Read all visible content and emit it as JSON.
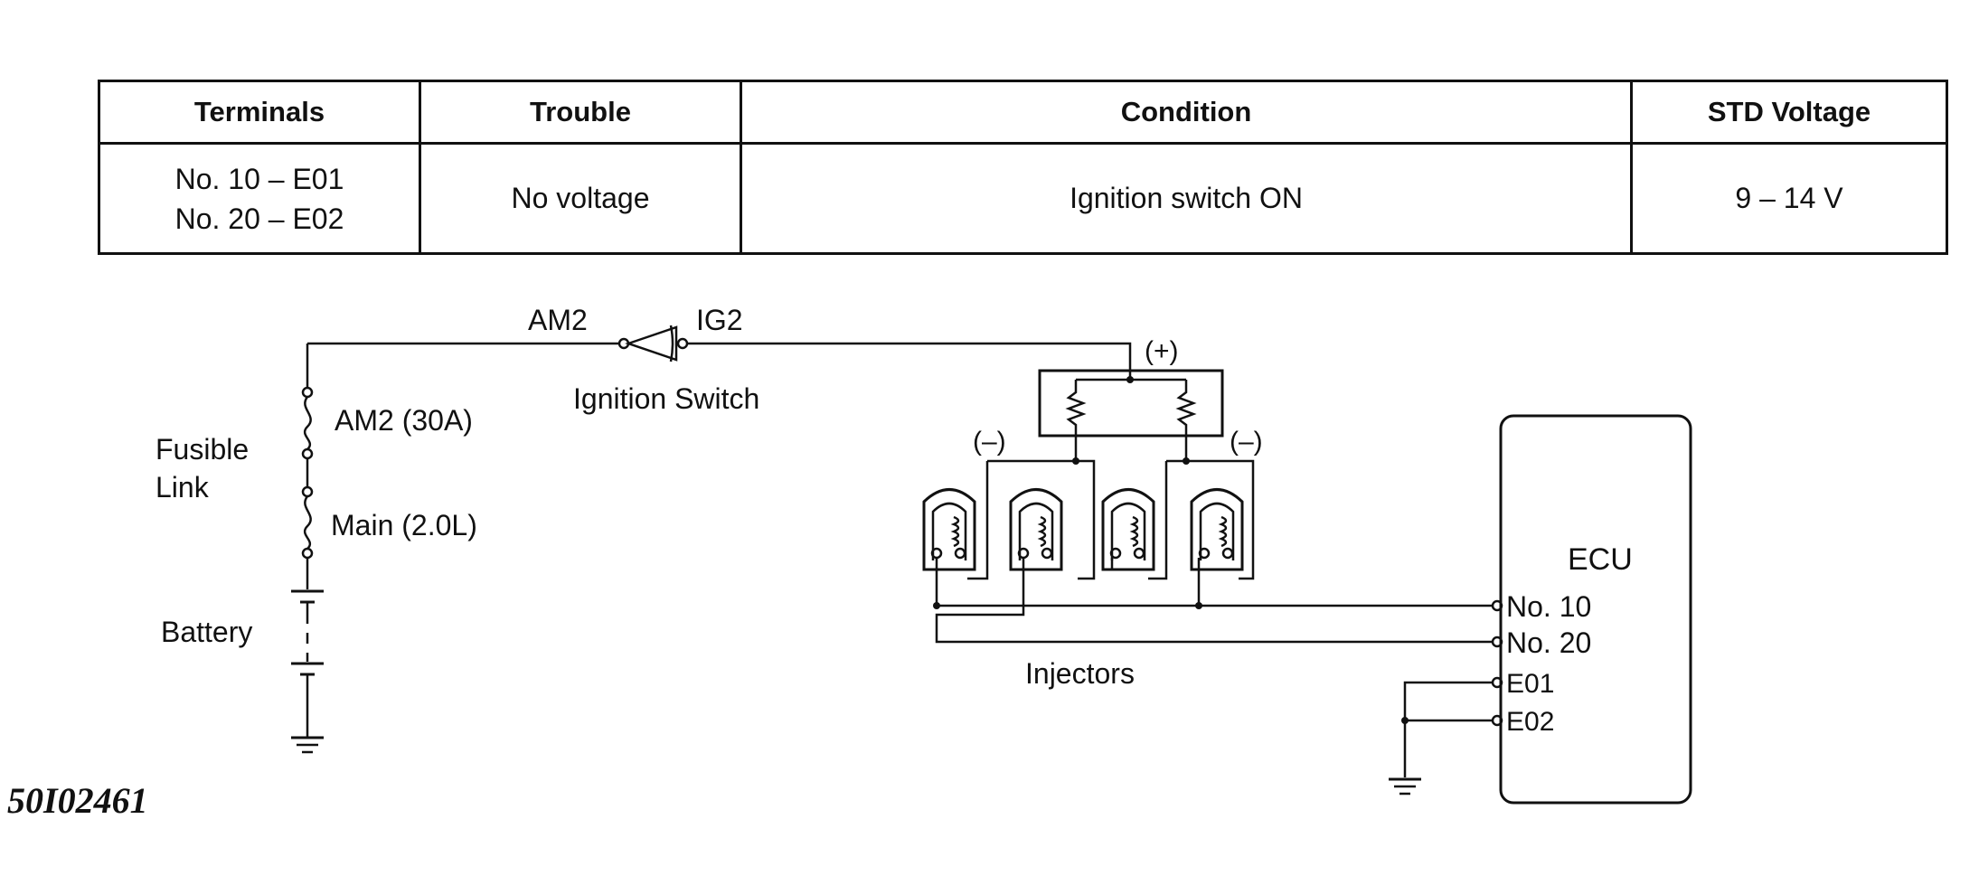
{
  "table": {
    "headers": [
      "Terminals",
      "Trouble",
      "Condition",
      "STD Voltage"
    ],
    "row": {
      "terminals": [
        "No. 10 – E01",
        "No. 20 – E02"
      ],
      "trouble": "No voltage",
      "condition": "Ignition switch ON",
      "std_voltage": "9 – 14 V"
    }
  },
  "diagram": {
    "am2_terminal": "AM2",
    "ig2_terminal": "IG2",
    "ignition_switch": "Ignition Switch",
    "fusible_link": [
      "Fusible",
      "Link"
    ],
    "fuse_am2": "AM2 (30A)",
    "fuse_main": "Main (2.0L)",
    "battery": "Battery",
    "plus": "(+)",
    "minus": "(–)",
    "injectors": "Injectors",
    "ecu": "ECU",
    "ecu_pins": [
      "No. 10",
      "No. 20",
      "E01",
      "E02"
    ]
  },
  "figure_id": "50I02461"
}
